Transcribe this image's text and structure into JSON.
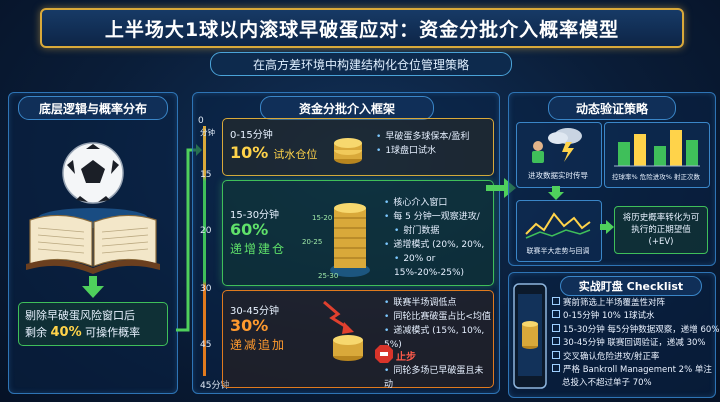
{
  "title": "上半场大1球以内滚球早破蛋应对：资金分批介入概率模型",
  "subtitle": "在高方差环境中构建结构化仓位管理策略",
  "left_panel": {
    "heading": "底层逻辑与概率分布",
    "caption_line1": "剔除早破蛋风险窗口后",
    "caption_prefix": "剩余 ",
    "caption_highlight": "40%",
    "caption_suffix": " 可操作概率"
  },
  "middle_panel": {
    "heading": "资金分批介入框架",
    "timeline": {
      "top_tick_value": "0",
      "top_tick_unit": "分钟",
      "ticks": [
        "15",
        "20",
        "30",
        "45"
      ],
      "bottom_label": "45分钟"
    },
    "stages": [
      {
        "time": "0-15分钟",
        "main": "10%",
        "sub": "试水仓位",
        "bullets": [
          "早破蛋多球保本/盈利",
          "1球盘口试水"
        ]
      },
      {
        "time": "15-30分钟",
        "main": "60%",
        "sub": "递增建仓",
        "bullets": [
          "核心介入窗口",
          "每 5 分钟一观察进攻/",
          "射门数据",
          "递增模式 (20%, 20%,",
          "20% or 15%-20%-25%)"
        ],
        "stack_labels": [
          "15-20",
          "20-25",
          "25-30"
        ]
      },
      {
        "time": "30-45分钟",
        "main": "30%",
        "sub": "递减追加",
        "bullets": [
          "联赛半场调低点",
          "同轮比赛破蛋占比<均值",
          "递减模式 (15%, 10%, 5%)"
        ],
        "stop_label": "止步",
        "stop_note": "同轮多场已早破蛋且未动"
      }
    ]
  },
  "right_panel": {
    "heading": "动态验证策略",
    "cards": [
      {
        "caption": "进攻数据实时传导"
      },
      {
        "caption": "控球率% 危险进攻% 射正次数"
      },
      {
        "caption": "联赛半大走势与回调"
      },
      {
        "caption": "将历史概率转化为可执行的正期望值 (+EV)"
      }
    ]
  },
  "checklist": {
    "heading": "实战盯盘 Checklist",
    "items": [
      "赛前筛选上半场覆盖性对阵",
      "0-15分钟 10% 1球试水",
      "15-30分钟 每5分钟数据观察，递增 60%",
      "30-45分钟 联赛回调验证，递减 30%",
      "交叉确认危险进攻/射正率",
      "严格 Bankroll Management 2% 单注",
      "总投入不超过单子 70%"
    ]
  },
  "colors": {
    "accent_gold": "#d9a93a",
    "accent_blue": "#2e74b5",
    "stage1_border": "#d9a93a",
    "stage2_border": "#3fbf5a",
    "stage3_border": "#e07a1e",
    "green_text": "#5fe06a",
    "orange_text": "#ff9a2e"
  },
  "icons": [
    "soccer-ball-icon",
    "open-book-icon",
    "coin-stack-icon",
    "stop-hand-icon",
    "storm-cloud-icon",
    "bar-chart-icon",
    "line-chart-icon",
    "smartphone-icon"
  ]
}
